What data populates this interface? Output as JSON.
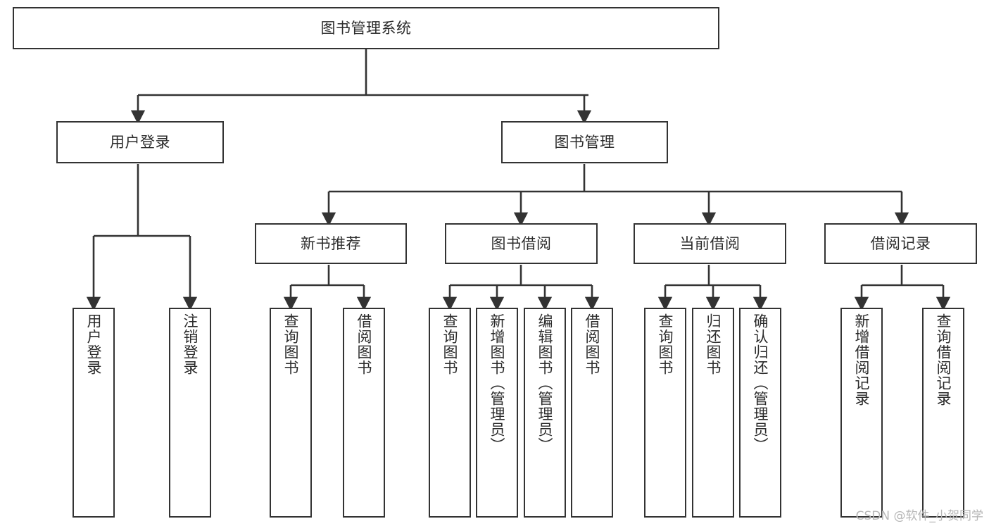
{
  "diagram": {
    "title": "图书管理系统",
    "type": "tree-hierarchy-diagram",
    "colors": {
      "border": "#333333",
      "fill": "#ffffff",
      "text": "#2b2b2b",
      "edge": "#333333",
      "watermark": "#b6b6b6"
    },
    "root": {
      "id": "root",
      "label": "图书管理系统",
      "orientation": "horizontal"
    },
    "level2": [
      {
        "id": "user-login",
        "label": "用户登录",
        "orientation": "horizontal"
      },
      {
        "id": "book-management",
        "label": "图书管理",
        "orientation": "horizontal"
      }
    ],
    "level3": [
      {
        "id": "new-book-recommend",
        "label": "新书推荐",
        "orientation": "horizontal",
        "parent": "book-management"
      },
      {
        "id": "book-borrow",
        "label": "图书借阅",
        "orientation": "horizontal",
        "parent": "book-management"
      },
      {
        "id": "current-borrow",
        "label": "当前借阅",
        "orientation": "horizontal",
        "parent": "book-management"
      },
      {
        "id": "borrow-record",
        "label": "借阅记录",
        "orientation": "horizontal",
        "parent": "book-management"
      }
    ],
    "leaves": [
      {
        "id": "leaf-user-login",
        "label": "用户登录",
        "orientation": "vertical",
        "parent": "user-login"
      },
      {
        "id": "leaf-user-logout",
        "label": "注销登录",
        "orientation": "vertical",
        "parent": "user-login"
      },
      {
        "id": "leaf-query-book-1",
        "label": "查询图书",
        "orientation": "vertical",
        "parent": "new-book-recommend"
      },
      {
        "id": "leaf-borrow-book-1",
        "label": "借阅图书",
        "orientation": "vertical",
        "parent": "new-book-recommend"
      },
      {
        "id": "leaf-query-book-2",
        "label": "查询图书",
        "orientation": "vertical",
        "parent": "book-borrow"
      },
      {
        "id": "leaf-add-book",
        "label": "新增图书（管理员）",
        "orientation": "vertical",
        "parent": "book-borrow"
      },
      {
        "id": "leaf-edit-book",
        "label": "编辑图书（管理员）",
        "orientation": "vertical",
        "parent": "book-borrow"
      },
      {
        "id": "leaf-borrow-book-2",
        "label": "借阅图书",
        "orientation": "vertical",
        "parent": "book-borrow"
      },
      {
        "id": "leaf-query-book-3",
        "label": "查询图书",
        "orientation": "vertical",
        "parent": "current-borrow"
      },
      {
        "id": "leaf-return-book",
        "label": "归还图书",
        "orientation": "vertical",
        "parent": "current-borrow"
      },
      {
        "id": "leaf-confirm-return",
        "label": "确认归还（管理员）",
        "orientation": "vertical",
        "parent": "current-borrow"
      },
      {
        "id": "leaf-add-record",
        "label": "新增借阅记录",
        "orientation": "vertical",
        "parent": "borrow-record"
      },
      {
        "id": "leaf-query-record",
        "label": "查询借阅记录",
        "orientation": "vertical",
        "parent": "borrow-record"
      }
    ],
    "watermark": "CSDN @软件_小贺同学"
  }
}
